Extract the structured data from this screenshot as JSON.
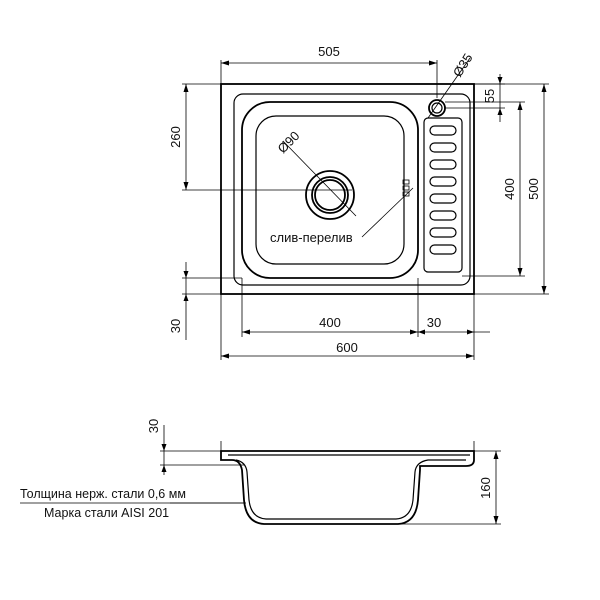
{
  "top_view": {
    "dims": {
      "overall_width": "505",
      "drain_diameter": "Ø90",
      "overflow_diameter": "Ø35",
      "overflow_offset": "55",
      "bowl_depth_distance": "260",
      "bowl_height": "400",
      "outer_height": "500",
      "bottom_margin": "30",
      "bowl_width": "400",
      "side_margin": "30",
      "total_width": "600"
    },
    "callout": "слив-перелив",
    "drainer_ribs": 8
  },
  "side_view": {
    "dims": {
      "rim_height": "30",
      "depth": "160"
    },
    "note_thickness": "Толщина нерж. стали 0,6 мм",
    "note_grade": "Марка стали AISI 201"
  },
  "colors": {
    "line": "#000000",
    "background": "#ffffff"
  }
}
